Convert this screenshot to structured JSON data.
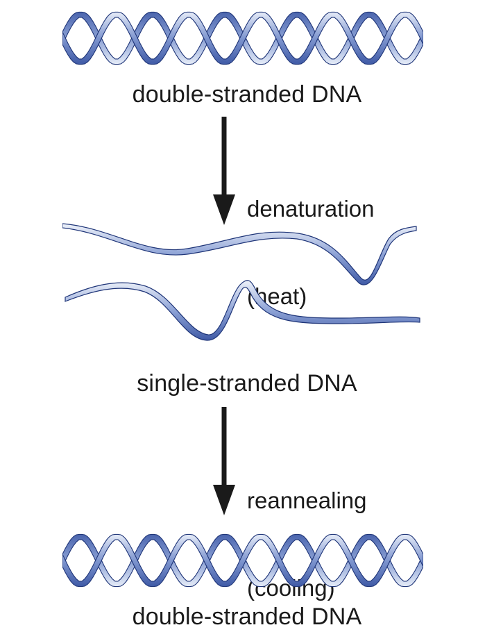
{
  "labels": {
    "top": "double-stranded DNA",
    "middle": "single-stranded DNA",
    "bottom": "double-stranded DNA"
  },
  "steps": {
    "denature": {
      "line1": "denaturation",
      "line2": "(heat)"
    },
    "reanneal": {
      "line1": "reannealing",
      "line2": "(cooling)"
    }
  },
  "colors": {
    "strand_dark": "#3f5aa6",
    "strand_mid": "#7f96cf",
    "strand_light": "#dbe3f4",
    "edge": "#1f3578",
    "arrow": "#1a1a1a",
    "text": "#1a1a1a"
  }
}
